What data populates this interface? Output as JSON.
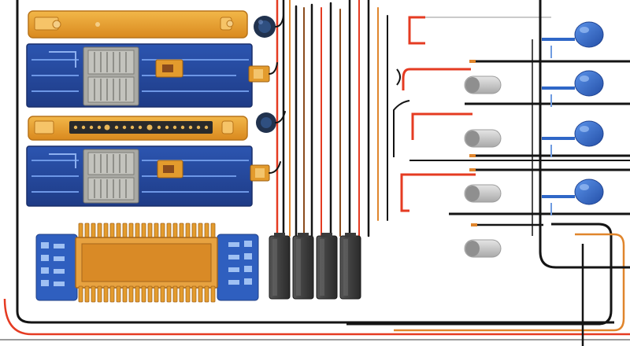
{
  "colors": {
    "background": "#ffffff",
    "gold_bar": "#e39b2d",
    "gold_dark": "#b8741a",
    "pcb_blue": "#24469a",
    "pcb_blue_light": "#3a68c6",
    "chip_grey": "#a9a9a4",
    "wire_black": "#141414",
    "wire_red": "#e53b22",
    "wire_orange": "#e0852c",
    "wire_brown": "#8a4b1c",
    "cap_blue": "#2f67c7",
    "knob_grey": "#c9c9c9",
    "connector_dark": "#3b3b3b",
    "orange_pcb": "#e7a240"
  },
  "components": {
    "header_strips": 2,
    "blue_boards": 2,
    "battery_blocks": 4,
    "blue_sensors": 4,
    "grey_knobs": 4,
    "heatsink_fins": 22
  },
  "icons": [
    "round-capacitor-icon",
    "chip-icon",
    "connector-icon",
    "sensor-icon"
  ]
}
